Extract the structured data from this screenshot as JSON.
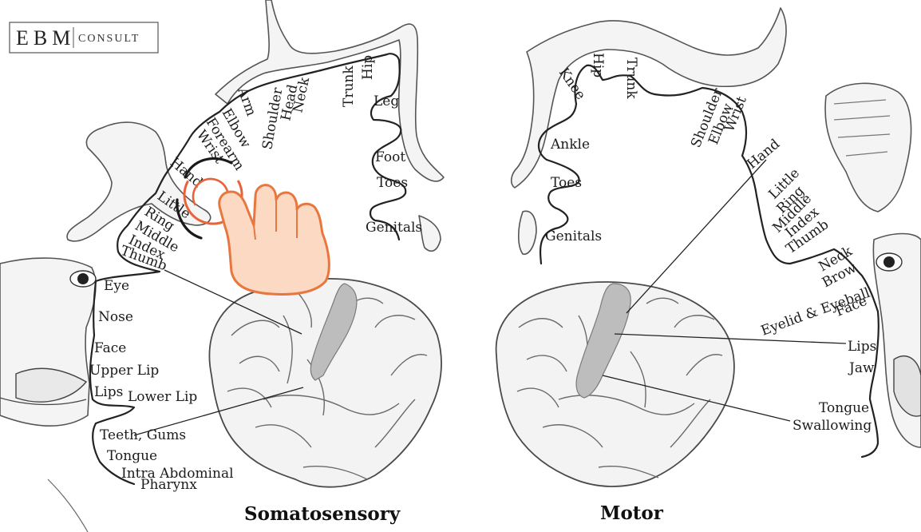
{
  "logo": {
    "main": "EBM",
    "sub": "CONSULT"
  },
  "titles": {
    "left": "Somatosensory",
    "right": "Motor"
  },
  "somatosensory_labels": {
    "genitals": "Genitals",
    "toes": "Toes",
    "foot": "Foot",
    "leg": "Leg",
    "hip": "Hip",
    "trunk": "Trunk",
    "neck": "Neck",
    "head": "Head",
    "shoulder": "Shoulder",
    "arm": "Arm",
    "elbow": "Elbow",
    "forearm": "Forearm",
    "wrist": "Wrist",
    "hand": "Hand",
    "little": "Little",
    "ring": "Ring",
    "middle": "Middle",
    "index": "Index",
    "thumb": "Thumb",
    "eye": "Eye",
    "nose": "Nose",
    "face": "Face",
    "upper_lip": "Upper Lip",
    "lips": "Lips",
    "lower_lip": "Lower Lip",
    "teeth_gums": "Teeth, Gums",
    "tongue": "Tongue",
    "intra_abdominal": "Intra Abdominal",
    "pharynx": "Pharynx"
  },
  "motor_labels": {
    "genitals": "Genitals",
    "toes": "Toes",
    "ankle": "Ankle",
    "knee": "Knee",
    "hip": "Hip",
    "trunk": "Trunk",
    "shoulder": "Shoulder",
    "elbow": "Elbow",
    "wrist": "Wrist",
    "hand": "Hand",
    "little": "Little",
    "ring": "Ring",
    "middle": "Middle",
    "index": "Index",
    "thumb": "Thumb",
    "neck": "Neck",
    "brow": "Brow",
    "eyelid_eyeball": "Eyelid & Eyeball",
    "face": "Face",
    "lips": "Lips",
    "jaw": "Jaw",
    "tongue": "Tongue",
    "swallowing": "Swallowing"
  },
  "colors": {
    "cortex_strip": "#bdbdbd",
    "tap_ring": "#e8623a",
    "hand_fill": "#fbd9c3",
    "hand_outline": "#e7773f"
  },
  "icons": {
    "tap": "tap-hand-icon"
  }
}
